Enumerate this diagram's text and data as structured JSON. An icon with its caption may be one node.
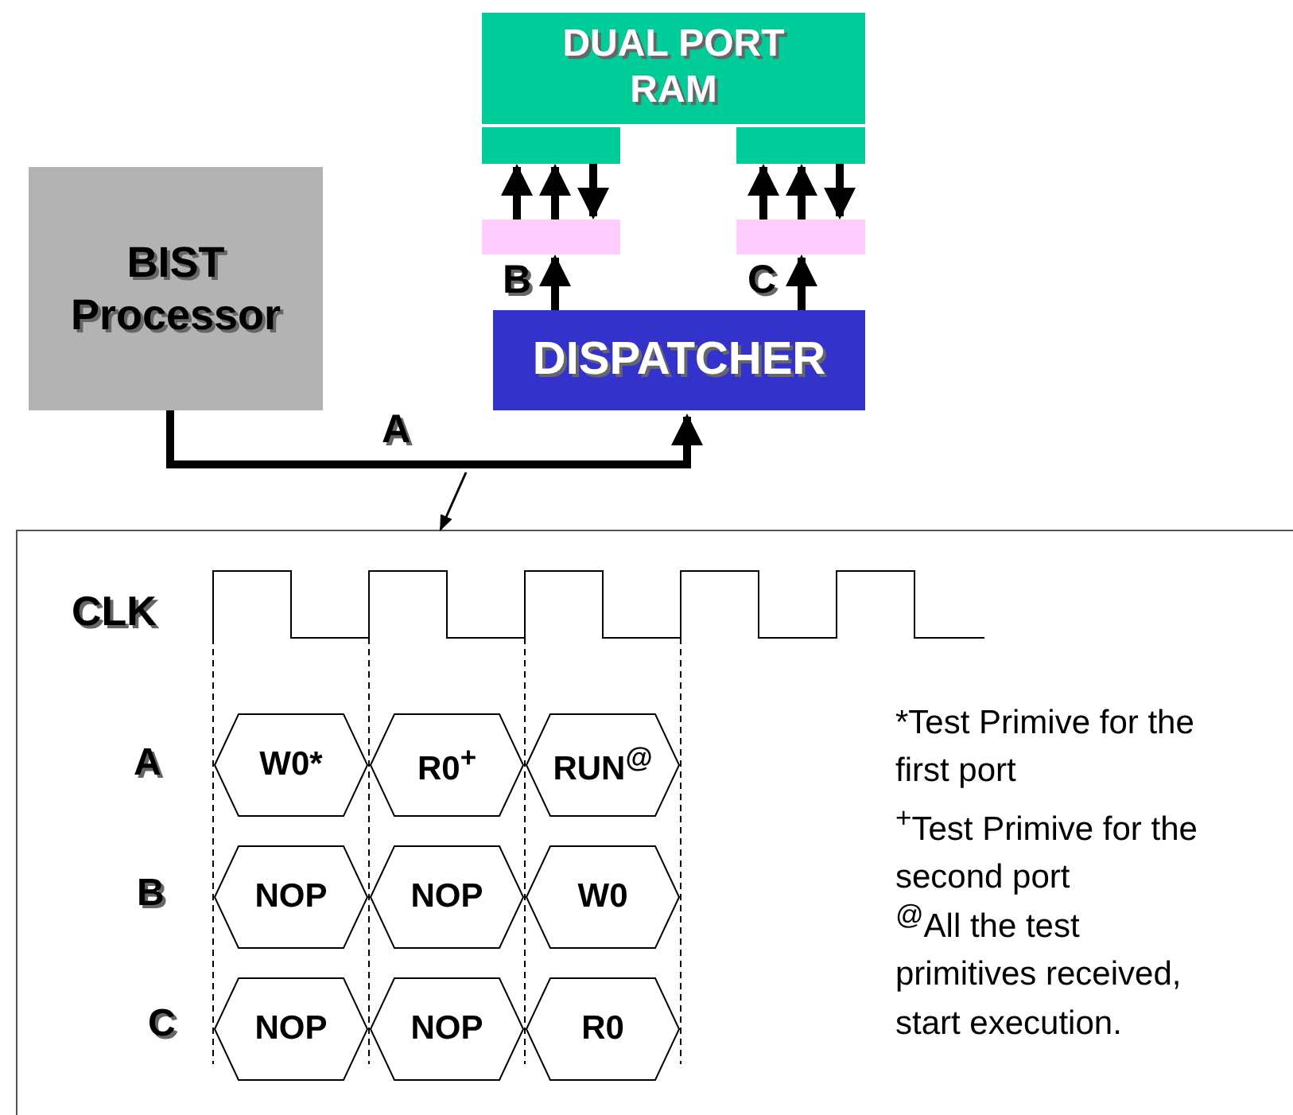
{
  "diagram": {
    "nodes": [
      {
        "text": [
          "DUAL PORT RAM"
        ]
      },
      {
        "text": [],
        "shape": "bar"
      },
      {
        "text": [],
        "shape": "bar"
      },
      {
        "text": [],
        "shape": "bar"
      },
      {
        "text": [],
        "shape": "bar"
      },
      {
        "text": [
          "BIST Processor"
        ]
      },
      {
        "text": [
          "DISPATCHER"
        ]
      },
      {
        "text": [],
        "shape": "box"
      },
      {
        "text": [
          "W0*"
        ],
        "in": 7
      },
      {
        "text": [
          "R0$^{+}$"
        ],
        "in": 7
      },
      {
        "text": [
          "RUN$^{@}$"
        ],
        "in": 7
      },
      {
        "text": [
          "NOP"
        ],
        "in": 7
      },
      {
        "text": [
          "NOP"
        ],
        "in": 7
      },
      {
        "text": [
          "W0"
        ],
        "in": 7
      },
      {
        "text": [
          "NOP"
        ],
        "in": 7
      },
      {
        "text": [
          "NOP"
        ],
        "in": 7
      },
      {
        "text": [
          "R0"
        ],
        "in": 7
      }
    ],
    "edges": [
      {
        "from": 5,
        "to": 6,
        "arrow": "to",
        "label": "A"
      },
      {
        "from": 3,
        "to": 1,
        "arrow": "to"
      },
      {
        "from": 3,
        "to": 1,
        "arrow": "to"
      },
      {
        "from": 1,
        "to": 3,
        "arrow": "to"
      },
      {
        "from": 4,
        "to": 2,
        "arrow": "to"
      },
      {
        "from": 4,
        "to": 2,
        "arrow": "to"
      },
      {
        "from": 2,
        "to": 4,
        "arrow": "to"
      },
      {
        "from": 6,
        "to": 3,
        "arrow": "to",
        "label": "B"
      },
      {
        "from": 6,
        "to": 4,
        "arrow": "to",
        "label": "C"
      },
      {
        "from": null,
        "to": 7,
        "arrow": "to"
      }
    ],
    "labels": [
      "CLK",
      "A",
      "B",
      "C",
      "*Test Primive for the first port",
      "$^{+}$Test Primive for the second port",
      "$^{@}$All the test primitives received, start execution."
    ]
  }
}
